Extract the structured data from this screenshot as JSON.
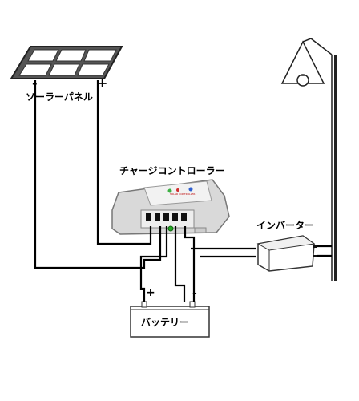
{
  "labels": {
    "solar_panel": "ソーラーパネル",
    "charge_controller": "チャージコントローラー",
    "inverter": "インバーター",
    "battery": "バッテリー"
  },
  "panel_terminals": {
    "negative": "-",
    "positive": "+"
  },
  "battery_terminals": {
    "positive": "+",
    "negative": "-"
  },
  "controller_faceplate": {
    "brand_text": "SOLAR CONTROLLER"
  },
  "colors": {
    "wire": "#000000",
    "panel_cell": "#ffffff",
    "controller_body": "#dcdcdc",
    "controller_led_green": "#3cb043",
    "controller_led_blue": "#2f5fd0",
    "controller_led_red": "#d03030",
    "indicator_green": "#22aa22"
  }
}
